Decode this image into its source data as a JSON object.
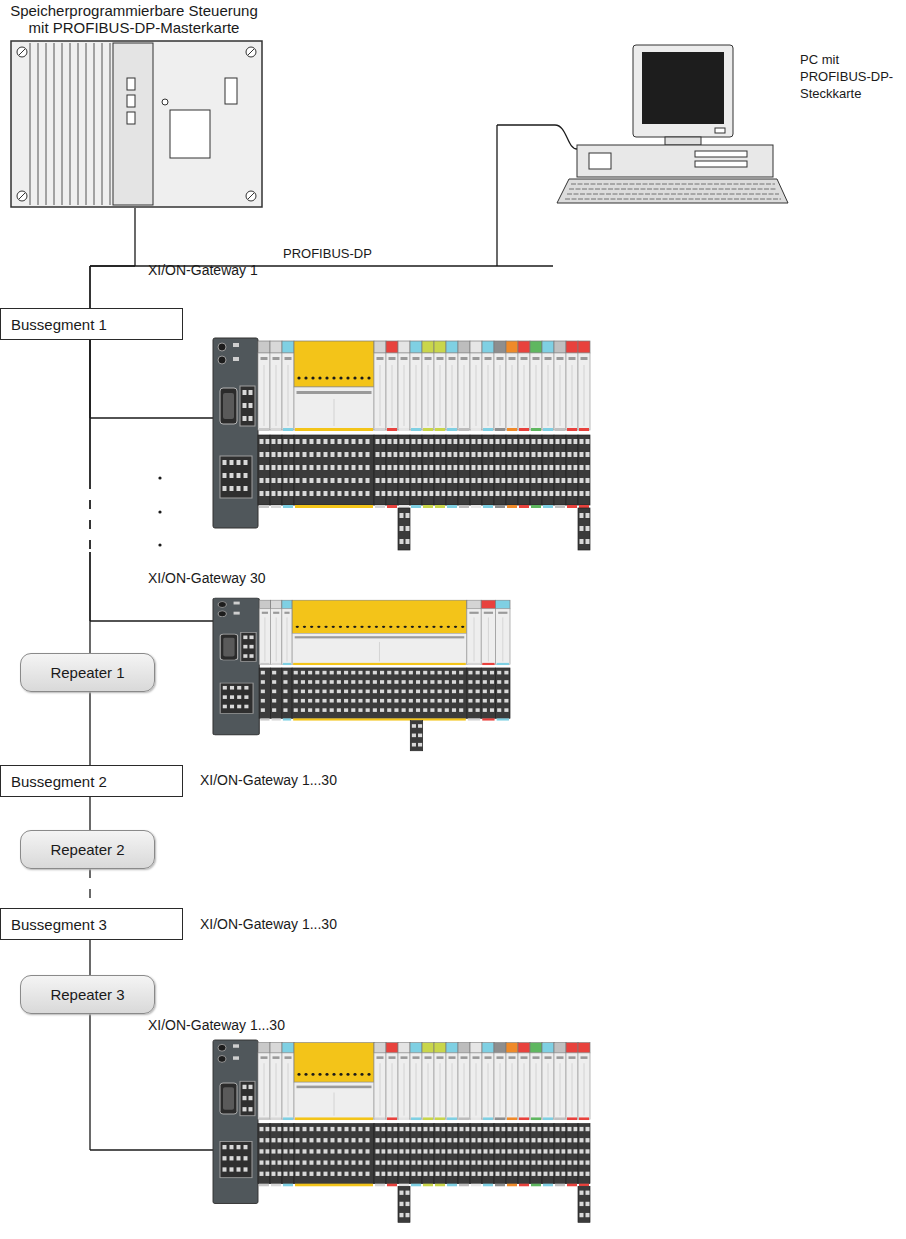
{
  "diagram": {
    "nodes": [
      {
        "text": [
          "Speicherprogrammierbare Steuerung mit PROFIBUS-DP-Masterkarte"
        ]
      },
      {
        "text": [
          "PC mit PROFIBUS-DP-Steckkarte"
        ]
      },
      {
        "text": [
          "Bussegment 1"
        ]
      },
      {
        "text": [
          "XI/ON-Gateway 1"
        ]
      },
      {
        "text": [
          "XI/ON-Gateway 30"
        ]
      },
      {
        "text": [
          "Repeater 1"
        ]
      },
      {
        "text": [
          "Bussegment 2"
        ]
      },
      {
        "text": [
          "Repeater 2"
        ]
      },
      {
        "text": [
          "Bussegment 3"
        ]
      },
      {
        "text": [
          "Repeater 3"
        ]
      },
      {
        "text": [
          "XI/ON-Gateway 1...30"
        ]
      }
    ],
    "edges": [
      {
        "from": 0,
        "to": 2,
        "arrow": "none"
      },
      {
        "from": 1,
        "to": 2,
        "arrow": "none"
      },
      {
        "from": 2,
        "to": 3,
        "arrow": "none"
      },
      {
        "from": 2,
        "to": 4,
        "arrow": "none"
      },
      {
        "from": 2,
        "to": 5,
        "arrow": "none"
      },
      {
        "from": 5,
        "to": 6,
        "arrow": "none"
      },
      {
        "from": 6,
        "to": 7,
        "arrow": "none"
      },
      {
        "from": 7,
        "to": 8,
        "arrow": "none"
      },
      {
        "from": 8,
        "to": 9,
        "arrow": "none"
      },
      {
        "from": 9,
        "to": 10,
        "arrow": "none"
      }
    ],
    "labels": [
      "PROFIBUS-DP",
      "XI/ON-Gateway 1...30",
      "XI/ON-Gateway 1...30"
    ]
  }
}
